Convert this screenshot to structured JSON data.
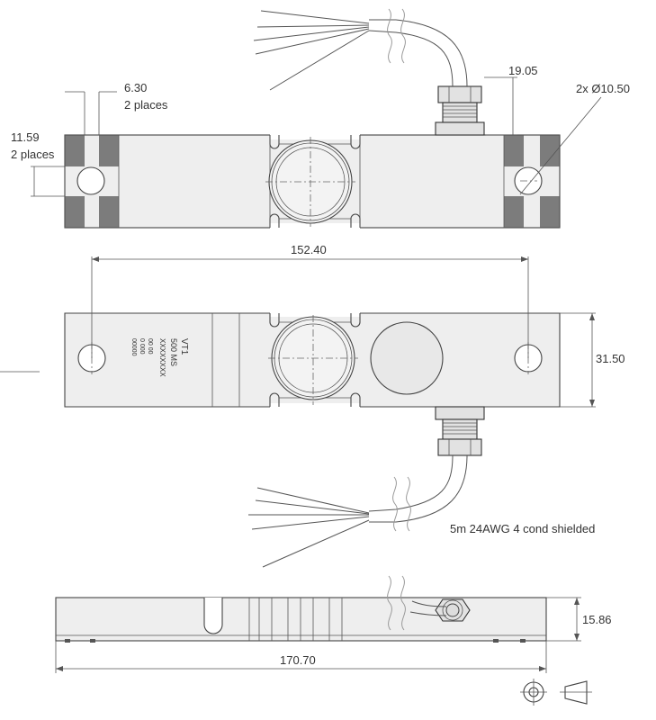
{
  "dimensions": {
    "slot_width": "6.30",
    "slot_width_note": "2 places",
    "slot_height": "11.59",
    "slot_height_note": "2 places",
    "cable_offset": "19.05",
    "hole_diameter": "2x Ø10.50",
    "hole_spacing": "152.40",
    "width": "31.50",
    "height": "15.86",
    "length": "170.70"
  },
  "cable_note": "5m 24AWG 4 cond shielded",
  "label_marking": {
    "line1": "VT1",
    "line2": "500 MS",
    "line3": "XXXXXXXX",
    "line4": "00 00",
    "line5": "0 000",
    "line6": "00000"
  },
  "symbols": [
    "first-angle-projection-circle-icon",
    "first-angle-projection-cone-icon"
  ]
}
